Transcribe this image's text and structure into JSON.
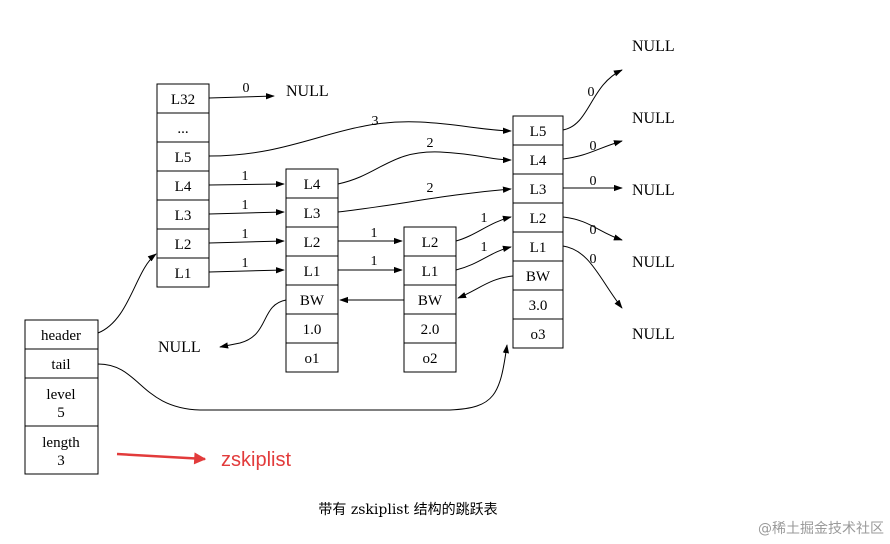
{
  "header_node": {
    "fields": [
      {
        "label": "header"
      },
      {
        "label": "tail"
      },
      {
        "label": "level",
        "value": "5"
      },
      {
        "label": "length",
        "value": "3"
      }
    ]
  },
  "head_levels": [
    "L32",
    "...",
    "L5",
    "L4",
    "L3",
    "L2",
    "L1"
  ],
  "nodes": [
    {
      "levels": [
        "L4",
        "L3",
        "L2",
        "L1"
      ],
      "backward": "BW",
      "score": "1.0",
      "obj": "o1"
    },
    {
      "levels": [
        "L2",
        "L1"
      ],
      "backward": "BW",
      "score": "2.0",
      "obj": "o2"
    },
    {
      "levels": [
        "L5",
        "L4",
        "L3",
        "L2",
        "L1"
      ],
      "backward": "BW",
      "score": "3.0",
      "obj": "o3"
    }
  ],
  "null_label": "NULL",
  "spans": {
    "head_l32": "0",
    "head_l5": "3",
    "head_l4": "1",
    "head_l3": "1",
    "head_l2": "1",
    "head_l1": "1",
    "n1_l4": "2",
    "n1_l3": "2",
    "n1_l2": "1",
    "n1_l1": "1",
    "n2_l2": "1",
    "n2_l1": "1",
    "n3_l5": "0",
    "n3_l4": "0",
    "n3_l3": "0",
    "n3_l2": "0",
    "n3_l1": "0"
  },
  "annotation": "zskiplist",
  "colors": {
    "annotation": "#e23b3b"
  },
  "caption": "带有 zskiplist 结构的跳跃表",
  "watermark": "@稀土掘金技术社区"
}
